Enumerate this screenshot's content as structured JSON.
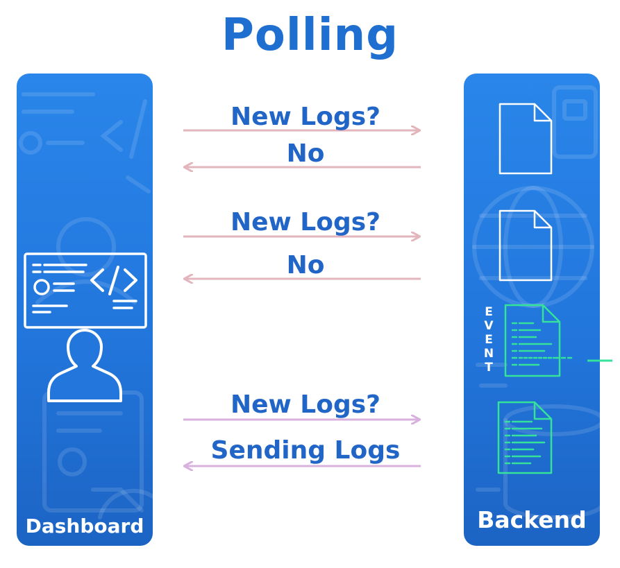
{
  "title": "Polling",
  "dashboard": {
    "label": "Dashboard",
    "icons": [
      "monitor-icon",
      "code-brackets-icon",
      "person-icon"
    ]
  },
  "backend": {
    "label": "Backend",
    "event_label": "EVENT",
    "icons": [
      "document-icon",
      "document-icon",
      "event-document-icon",
      "log-document-icon"
    ]
  },
  "exchanges": [
    {
      "request": "New Logs?",
      "response": "No"
    },
    {
      "request": "New Logs?",
      "response": "No"
    },
    {
      "request": "New Logs?",
      "response": "Sending Logs"
    }
  ],
  "colors": {
    "title": "#1f6fd0",
    "panel": "#2276dc",
    "message_text": "#2166c6",
    "arrow": "#e3b6bd",
    "arrow_last": "#d8b2dd",
    "event_green": "#35e29a"
  }
}
